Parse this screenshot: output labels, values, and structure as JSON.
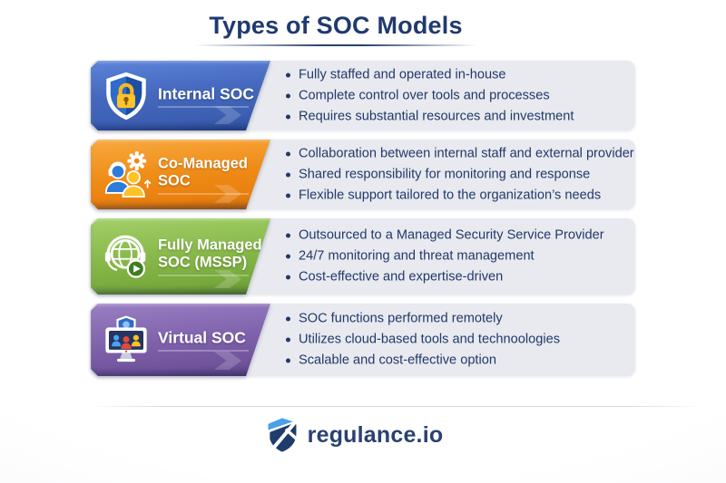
{
  "title": "Types of SOC Models",
  "brand": {
    "name": "regulance.io"
  },
  "models": [
    {
      "name": "Internal SOC",
      "label_lines": [
        "Internal SOC"
      ],
      "icon": "shield-lock-icon",
      "accent_color": "#4368bc",
      "bullets": [
        "Fully staffed and operated in-house",
        "Complete control over tools and processes",
        "Requires substantial resources and investment"
      ]
    },
    {
      "name": "Co-Managed SOC",
      "label_lines": [
        "Co-Managed",
        "SOC"
      ],
      "icon": "team-gear-icon",
      "accent_color": "#ee8815",
      "bullets": [
        "Collaboration between internal staff and external provider",
        "Shared responsibility for monitoring and response",
        "Flexible support tailored to the organization’s needs"
      ]
    },
    {
      "name": "Fully Managed SOC (MSSP)",
      "label_lines": [
        "Fully Managed",
        "SOC (MSSP)"
      ],
      "icon": "globe-headset-icon",
      "accent_color": "#7fb042",
      "bullets": [
        "Outsourced to a Managed Security Service Provider",
        "24/7 monitoring and threat management",
        "Cost-effective and expertise-driven"
      ]
    },
    {
      "name": "Virtual SOC",
      "label_lines": [
        "Virtual SOC"
      ],
      "icon": "virtual-monitor-icon",
      "accent_color": "#7e61a9",
      "bullets": [
        "SOC functions performed remotely",
        "Utilizes cloud-based tools and technoologies",
        "Scalable and cost-effective option"
      ]
    }
  ]
}
